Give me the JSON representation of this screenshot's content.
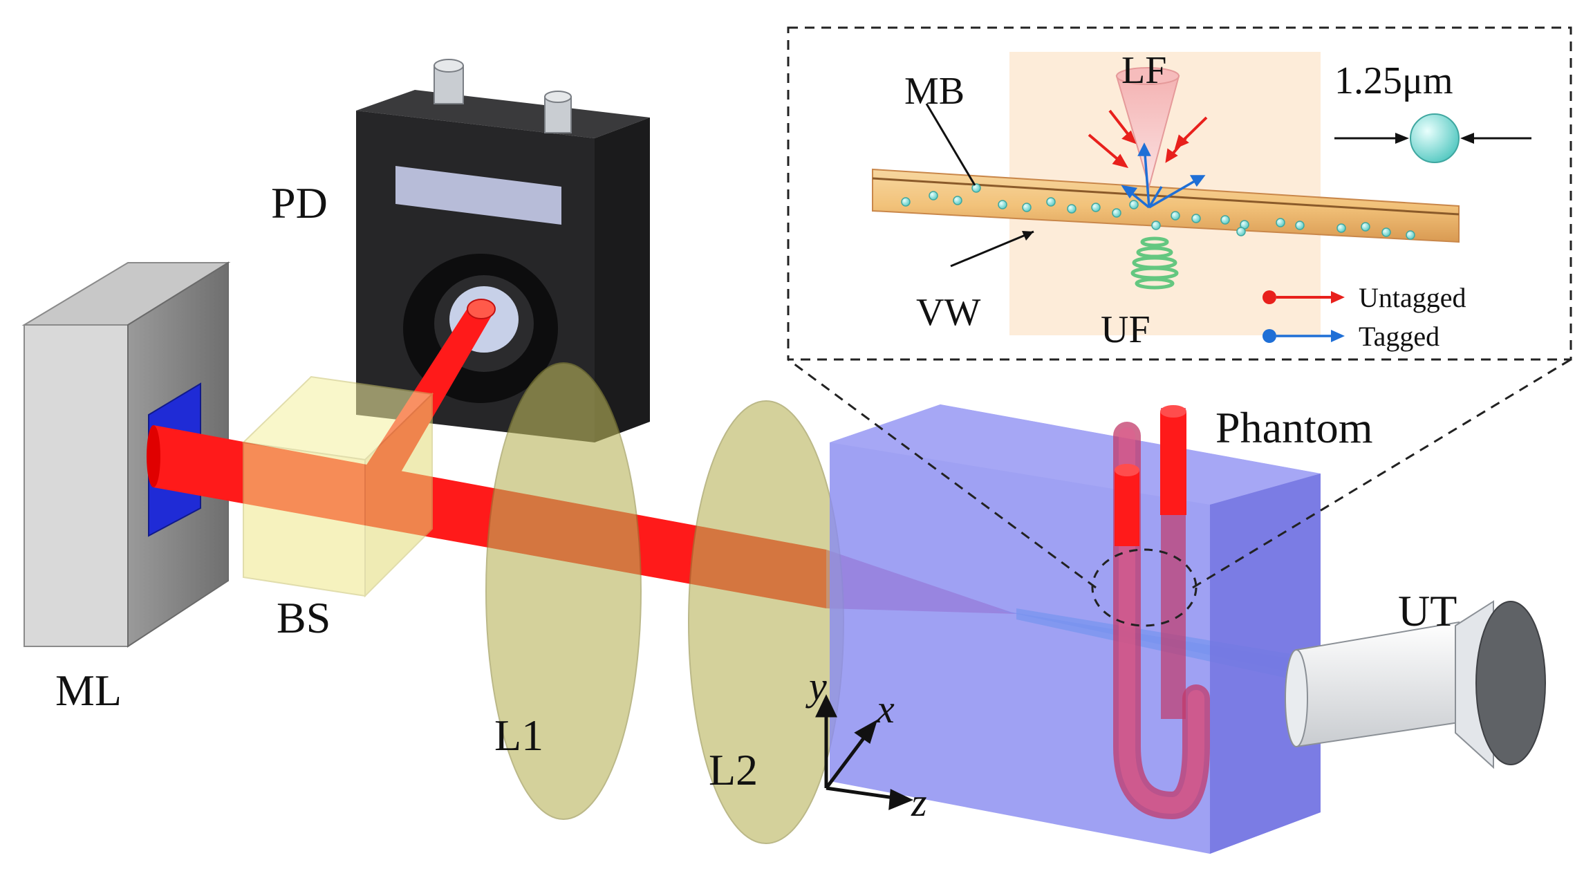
{
  "labels": {
    "ml": "ML",
    "bs": "BS",
    "pd": "PD",
    "l1": "L1",
    "l2": "L2",
    "phantom": "Phantom",
    "ut": "UT"
  },
  "inset": {
    "lf": "LF",
    "mb": "MB",
    "vw": "VW",
    "uf": "UF",
    "size": "1.25μm",
    "legend_untagged": "Untagged",
    "legend_tagged": "Tagged"
  },
  "axes": {
    "x": "x",
    "y": "y",
    "z": "z"
  },
  "colors": {
    "laser": "#ff1a1a",
    "phantom": "#8a8cf0",
    "lens": "#b9b45a",
    "beamsplitter": "#f2ee8a",
    "detector": "#2a2a2c",
    "untagged": "#e8201c",
    "tagged": "#1f6fd6",
    "microbubble": "#8fe0dc"
  }
}
